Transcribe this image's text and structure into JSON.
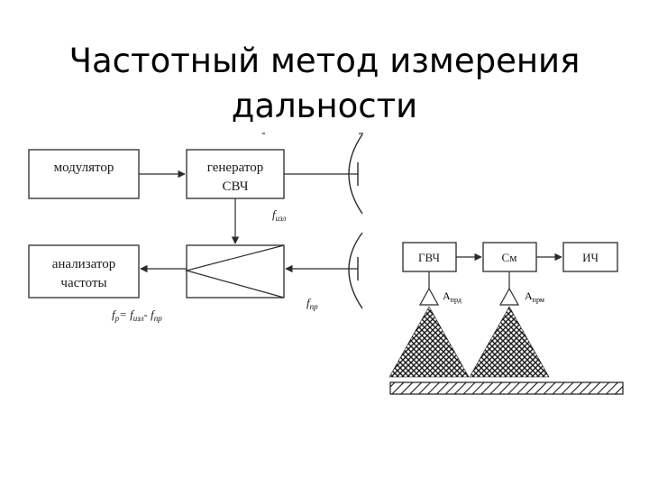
{
  "slide": {
    "title_line1": "Частотный метод измерения",
    "title_line2": "дальности"
  },
  "left_diagram": {
    "modulator": "модулятор",
    "generator_line1": "генератор",
    "generator_line2": "СВЧ",
    "analyzer_line1": "анализатор",
    "analyzer_line2": "частоты",
    "f_emit": "f",
    "f_emit_sub": "изл",
    "f_recv": "f",
    "f_recv_sub": "пр",
    "formula": {
      "f": "f",
      "p_sub": "р",
      "eq": "= ",
      "f2": "f",
      "emit_sub": "изл",
      "minus": "- ",
      "f3": "f",
      "recv_sub": "пр"
    }
  },
  "right_diagram": {
    "gvch": "ГВЧ",
    "mixer": "См",
    "ich": "ИЧ",
    "antenna_tx": "A",
    "antenna_tx_sub": "прд",
    "antenna_rx": "A",
    "antenna_rx_sub": "прм"
  },
  "colors": {
    "line": "#2a2a2a",
    "text": "#000000",
    "background": "#ffffff"
  }
}
